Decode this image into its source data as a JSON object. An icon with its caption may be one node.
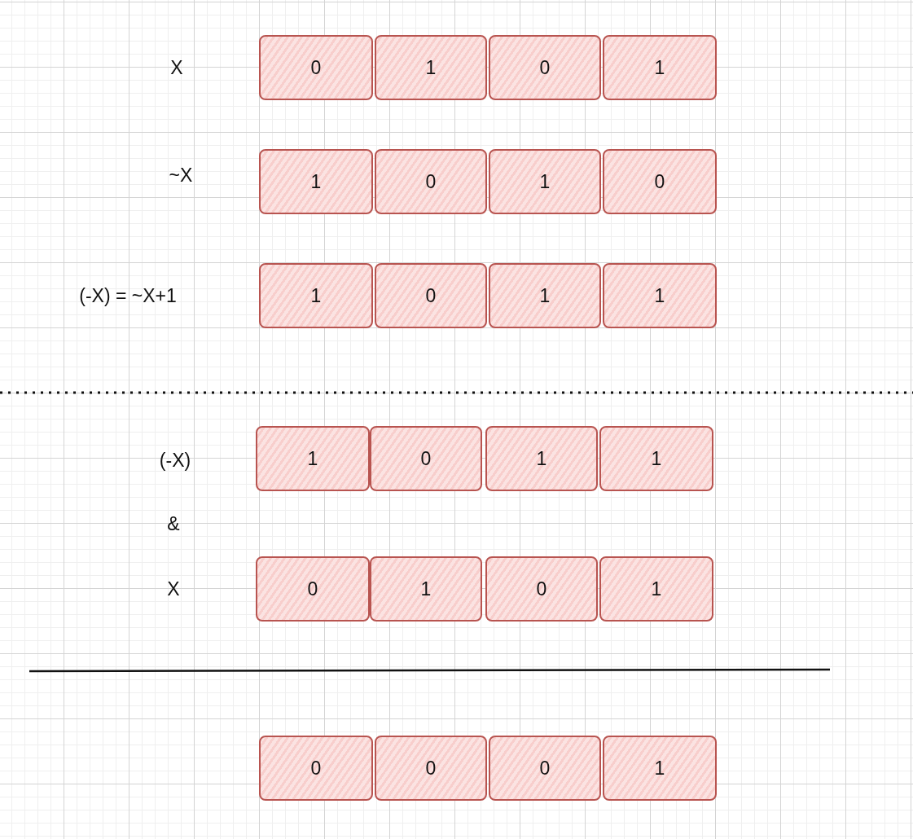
{
  "diagram": {
    "nodes": [
      {
        "text": [
          "0"
        ]
      },
      {
        "text": [
          "1"
        ]
      },
      {
        "text": [
          "0"
        ]
      },
      {
        "text": [
          "1"
        ]
      },
      {
        "text": [
          "1"
        ]
      },
      {
        "text": [
          "0"
        ]
      },
      {
        "text": [
          "1"
        ]
      },
      {
        "text": [
          "0"
        ]
      },
      {
        "text": [
          "1"
        ]
      },
      {
        "text": [
          "0"
        ]
      },
      {
        "text": [
          "1"
        ]
      },
      {
        "text": [
          "1"
        ]
      },
      {
        "text": [
          "1"
        ]
      },
      {
        "text": [
          "0"
        ]
      },
      {
        "text": [
          "1"
        ]
      },
      {
        "text": [
          "1"
        ]
      },
      {
        "text": [
          "0"
        ]
      },
      {
        "text": [
          "1"
        ]
      },
      {
        "text": [
          "0"
        ]
      },
      {
        "text": [
          "1"
        ]
      },
      {
        "text": [
          "0"
        ]
      },
      {
        "text": [
          "0"
        ]
      },
      {
        "text": [
          "0"
        ]
      },
      {
        "text": [
          "1"
        ]
      }
    ],
    "labels": [
      "X",
      "~X",
      "(-X) = ~X+1",
      "(-X)",
      "&",
      "X"
    ]
  }
}
